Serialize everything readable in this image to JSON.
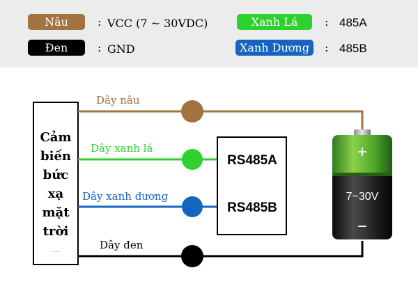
{
  "legend": {
    "brown": {
      "label": "Nâu",
      "sep": ":",
      "value": "VCC (7 ~ 30VDC)",
      "color": "#a2733e"
    },
    "black": {
      "label": "Đen",
      "sep": ":",
      "value": "GND",
      "color": "#000000"
    },
    "green": {
      "label": "Xanh Lá",
      "sep": ":",
      "value": "485A",
      "color": "#2ed22e"
    },
    "blue": {
      "label": "Xanh Dương",
      "sep": ":",
      "value": "485B",
      "color": "#1565c0"
    }
  },
  "wires": {
    "brown": {
      "label": "Dây nâu",
      "color": "#a2733e"
    },
    "green": {
      "label": "Dây xanh lá",
      "color": "#2ed22e"
    },
    "blue": {
      "label": "Dây xanh dương",
      "color": "#1565c0"
    },
    "black": {
      "label": "Dây đen",
      "color": "#000000"
    }
  },
  "sensor": {
    "lines": [
      "Cảm",
      "biến",
      "bức",
      "xạ",
      "mặt",
      "trời"
    ],
    "footnote": "....."
  },
  "rs485": {
    "a_label": "RS485A",
    "b_label": "RS485B"
  },
  "battery": {
    "plus": "+",
    "minus": "−",
    "voltage": "7~30V"
  }
}
